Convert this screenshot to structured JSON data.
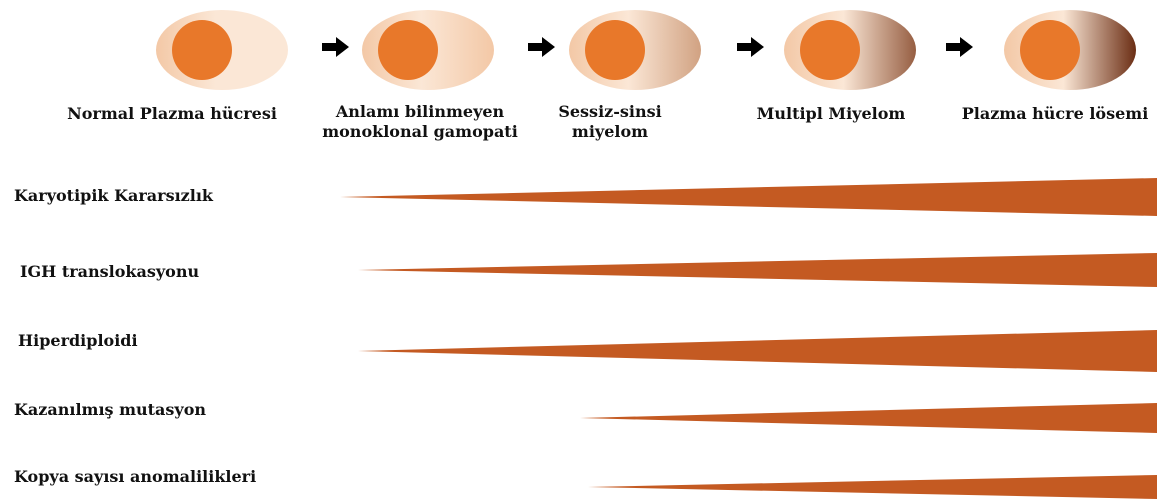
{
  "colors": {
    "nucleus": "#e8782a",
    "cell_light": "#fbe7d6",
    "cell_mid": "#f3c8a6",
    "cell_dark": "#6b2e14",
    "wedge": "#c45a22",
    "arrow": "#000000"
  },
  "stages": [
    {
      "label_lines": [
        "Normal Plazma hücresi"
      ],
      "shading": 0.0
    },
    {
      "label_lines": [
        "Anlamı bilinmeyen",
        "monoklonal gamopati"
      ],
      "shading": 0.2
    },
    {
      "label_lines": [
        "Sessiz-sinsi",
        "miyelom"
      ],
      "shading": 0.4
    },
    {
      "label_lines": [
        "Multipl Miyelom"
      ],
      "shading": 0.75
    },
    {
      "label_lines": [
        "Plazma hücre lösemi"
      ],
      "shading": 1.0
    }
  ],
  "rows": [
    {
      "label": "Karyotipik Kararsızlık",
      "onset_stage": 1
    },
    {
      "label": "IGH translokasyonu",
      "onset_stage": 1
    },
    {
      "label": "Hiperdiploidi",
      "onset_stage": 1
    },
    {
      "label": "Kazanılmış mutasyon",
      "onset_stage": 2
    },
    {
      "label": "Kopya sayısı anomalilikleri",
      "onset_stage": 2
    }
  ]
}
